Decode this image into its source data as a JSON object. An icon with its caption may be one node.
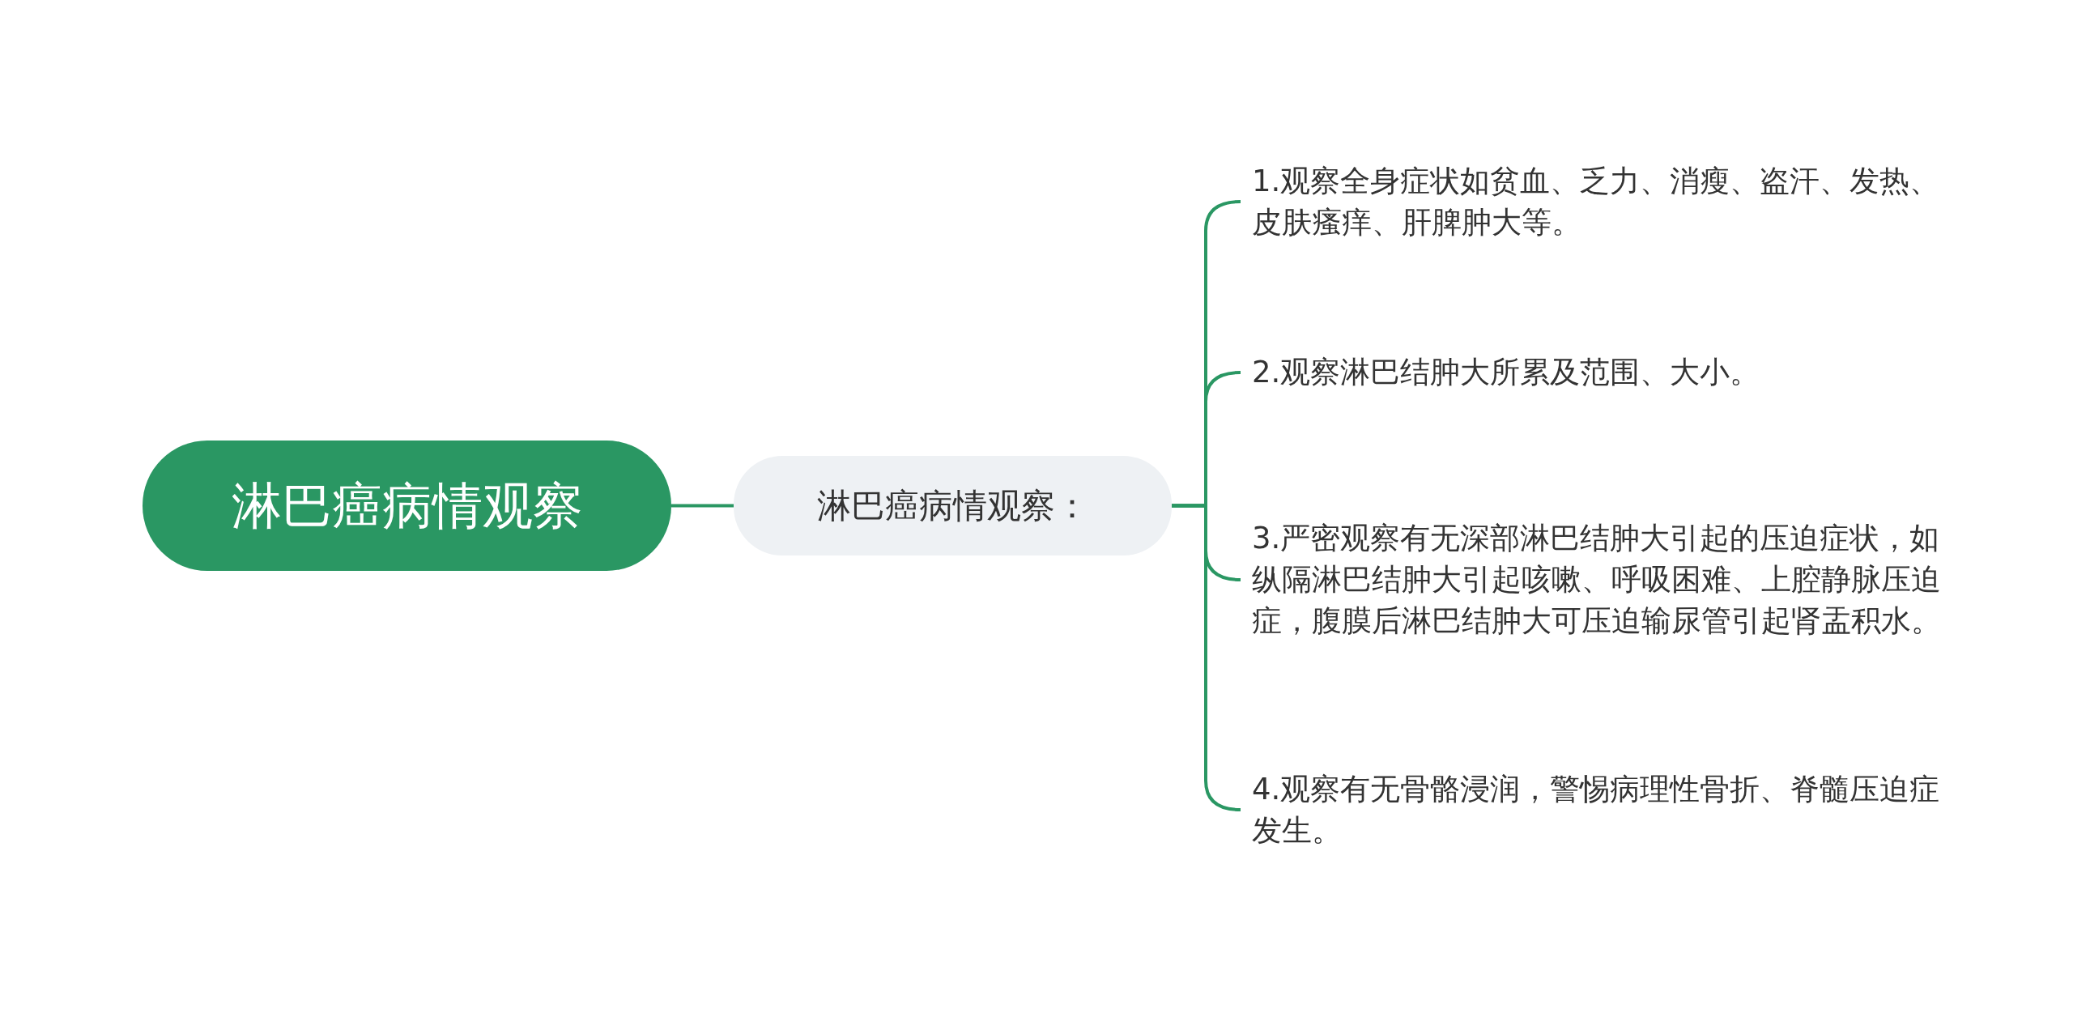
{
  "diagram": {
    "nodes": [
      {
        "text": [
          "淋巴癌病情观察"
        ]
      },
      {
        "text": [
          "淋巴癌病情观察："
        ]
      },
      {
        "text": [
          "1.观察全身症状如贫血、乏力、消瘦、盗汗、发热、皮肤瘙痒、肝脾肿大等。"
        ]
      },
      {
        "text": [
          "2.观察淋巴结肿大所累及范围、大小。"
        ]
      },
      {
        "text": [
          "3.严密观察有无深部淋巴结肿大引起的压迫症状，如纵隔淋巴结肿大引起咳嗽、呼吸困难、上腔静脉压迫症，腹膜后淋巴结肿大可压迫输尿管引起肾盂积水。"
        ]
      },
      {
        "text": [
          "4.观察有无骨骼浸润，警惕病理性骨折、脊髓压迫症发生。"
        ]
      }
    ],
    "edges": [
      {
        "from": 0,
        "to": 1,
        "arrow": "none"
      },
      {
        "from": 1,
        "to": 2,
        "arrow": "none"
      },
      {
        "from": 1,
        "to": 3,
        "arrow": "none"
      },
      {
        "from": 1,
        "to": 4,
        "arrow": "none"
      },
      {
        "from": 1,
        "to": 5,
        "arrow": "none"
      }
    ]
  }
}
